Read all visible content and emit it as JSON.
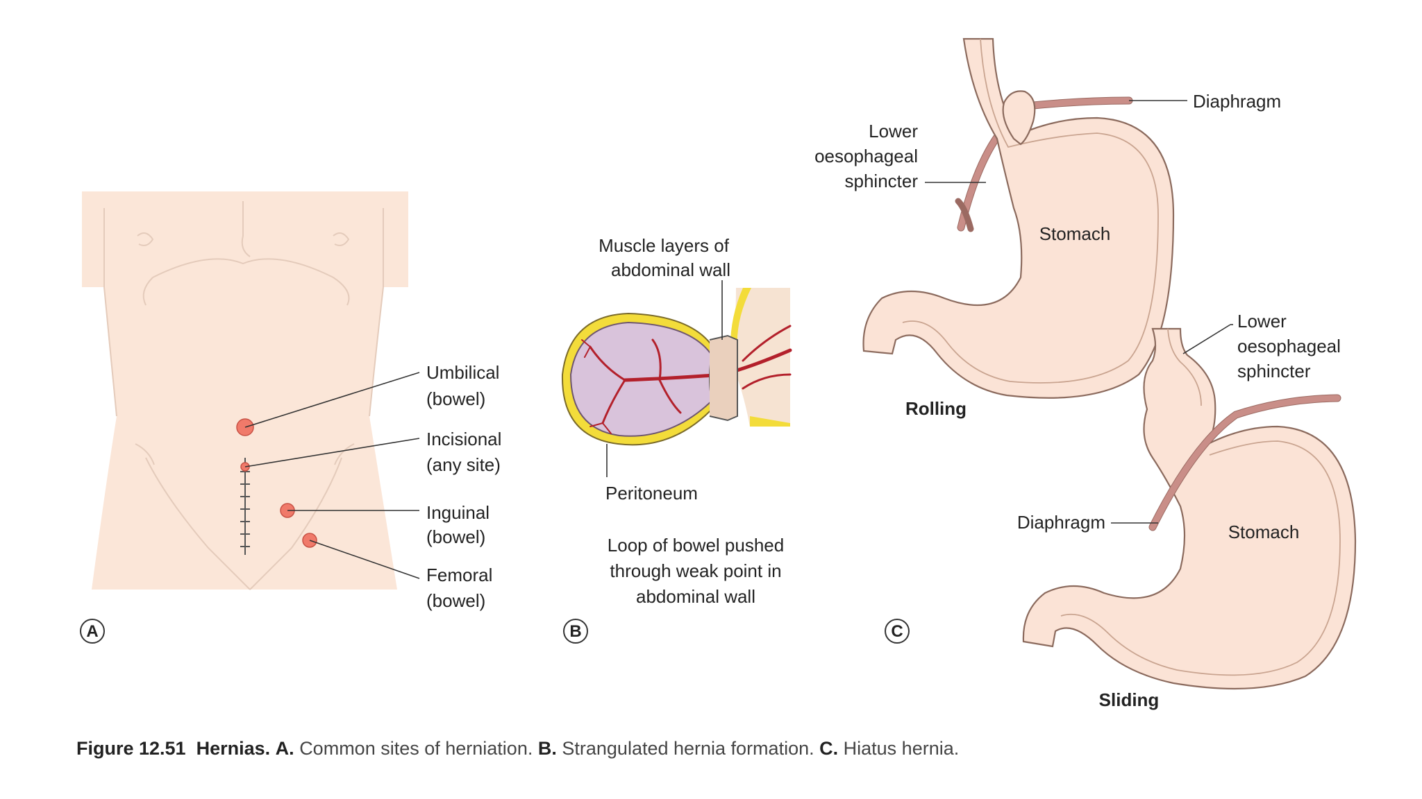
{
  "panel_a": {
    "letter": "A",
    "labels": {
      "umbilical_1": "Umbilical",
      "umbilical_2": "(bowel)",
      "incisional_1": "Incisional",
      "incisional_2": "(any site)",
      "inguinal_1": "Inguinal",
      "inguinal_2": "(bowel)",
      "femoral_1": "Femoral",
      "femoral_2": "(bowel)"
    }
  },
  "panel_b": {
    "letter": "B",
    "labels": {
      "muscle_1": "Muscle layers of",
      "muscle_2": "abdominal wall",
      "peritoneum": "Peritoneum",
      "note_1": "Loop of bowel pushed",
      "note_2": "through weak point in",
      "note_3": "abdominal wall"
    }
  },
  "panel_c": {
    "letter": "C",
    "rolling": {
      "title": "Rolling",
      "diaphragm": "Diaphragm",
      "les_1": "Lower",
      "les_2": "oesophageal",
      "les_3": "sphincter",
      "stomach": "Stomach"
    },
    "sliding": {
      "title": "Sliding",
      "diaphragm": "Diaphragm",
      "les_1": "Lower",
      "les_2": "oesophageal",
      "les_3": "sphincter",
      "stomach": "Stomach"
    }
  },
  "caption": {
    "figure": "Figure 12.51",
    "title": "Hernias.",
    "a_letter": "A.",
    "a_text": "Common sites of herniation.",
    "b_letter": "B.",
    "b_text": "Strangulated hernia formation.",
    "c_letter": "C.",
    "c_text": "Hiatus hernia."
  },
  "colors": {
    "skin": "#fbe6d8",
    "hernia_site": "#f07a6a",
    "vessel": "#b3202b",
    "peritoneum": "#f3dc3a",
    "bowel_loop": "#d9c3db",
    "diaphragm": "#c98e88"
  }
}
